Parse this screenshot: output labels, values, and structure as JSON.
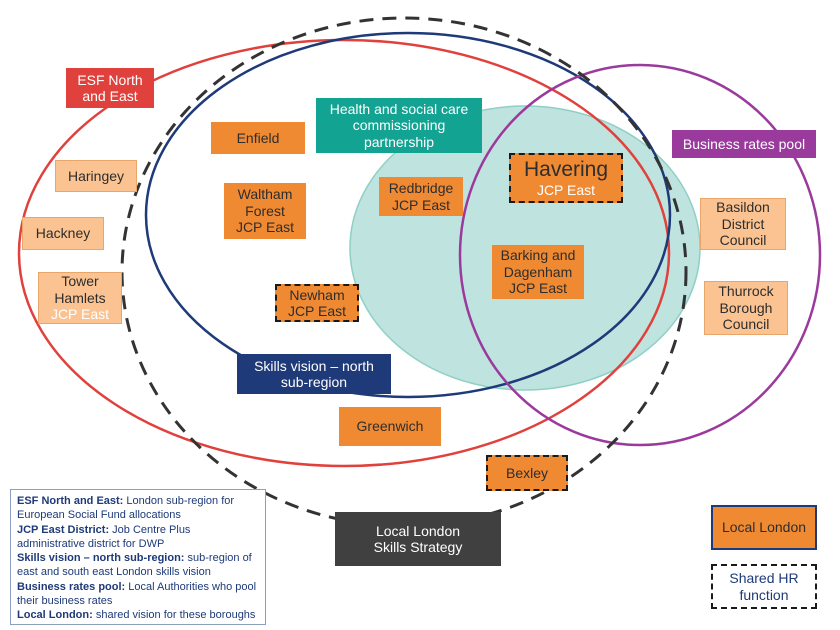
{
  "regions": {
    "esf": {
      "label_line1": "ESF North",
      "label_line2": "and East",
      "color": "#e0413c"
    },
    "skills": {
      "label_line1": "Skills vision – north",
      "label_line2": "sub-region",
      "color": "#1e3a78"
    },
    "health": {
      "label_line1": "Health and social care",
      "label_line2": "commissioning",
      "label_line3": "partnership",
      "color": "#12a392"
    },
    "business_rates": {
      "label": "Business rates pool",
      "color": "#9b3a9d"
    },
    "local_london": {
      "label_line1": "Local London",
      "label_line2": "Skills Strategy",
      "color": "#404040"
    }
  },
  "boroughs": {
    "haringey": {
      "name": "Haringey"
    },
    "hackney": {
      "name": "Hackney"
    },
    "tower_hamlets": {
      "name_line1": "Tower",
      "name_line2": "Hamlets",
      "jcp": "JCP East"
    },
    "enfield": {
      "name": "Enfield"
    },
    "waltham_forest": {
      "name_line1": "Waltham",
      "name_line2": "Forest",
      "jcp": "JCP East"
    },
    "newham": {
      "name": "Newham",
      "jcp": "JCP East"
    },
    "redbridge": {
      "name": "Redbridge",
      "jcp": "JCP East"
    },
    "havering": {
      "name": "Havering",
      "jcp": "JCP East"
    },
    "barking": {
      "name_line1": "Barking and",
      "name_line2": "Dagenham",
      "jcp": "JCP East"
    },
    "greenwich": {
      "name": "Greenwich"
    },
    "bexley": {
      "name": "Bexley"
    },
    "basildon": {
      "name_line1": "Basildon",
      "name_line2": "District",
      "name_line3": "Council"
    },
    "thurrock": {
      "name_line1": "Thurrock",
      "name_line2": "Borough",
      "name_line3": "Council"
    }
  },
  "legend": [
    {
      "term": "ESF North and East:",
      "definition": "London sub-region for European Social Fund allocations"
    },
    {
      "term": "JCP East District:",
      "definition": "Job Centre Plus administrative district for DWP"
    },
    {
      "term": "Skills vision – north sub-region:",
      "definition": "sub-region of east and south east London skills vision"
    },
    {
      "term": "Business rates pool:",
      "definition": "Local Authorities who pool their business rates"
    },
    {
      "term": "Local London:",
      "definition": "shared vision for these boroughs"
    }
  ],
  "key": {
    "local_london": "Local London",
    "shared_hr_line1": "Shared HR",
    "shared_hr_line2": "function",
    "key_border_color": "#1e3a78"
  }
}
